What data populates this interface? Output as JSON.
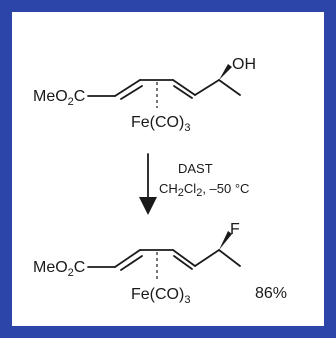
{
  "background_color": "#2b46a8",
  "reactant": {
    "ester": {
      "pre": "MeO",
      "sub": "2",
      "post": "C"
    },
    "complex": {
      "pre": "Fe(CO)",
      "sub": "3"
    },
    "group": "OH"
  },
  "conditions": {
    "reagent": "DAST",
    "solvent": {
      "pre": "CH",
      "sub1": "2",
      "mid": "Cl",
      "sub2": "2",
      "post": ", –50 °C"
    }
  },
  "product": {
    "ester": {
      "pre": "MeO",
      "sub": "2",
      "post": "C"
    },
    "complex": {
      "pre": "Fe(CO)",
      "sub": "3"
    },
    "group": "F",
    "yield": "86%"
  }
}
